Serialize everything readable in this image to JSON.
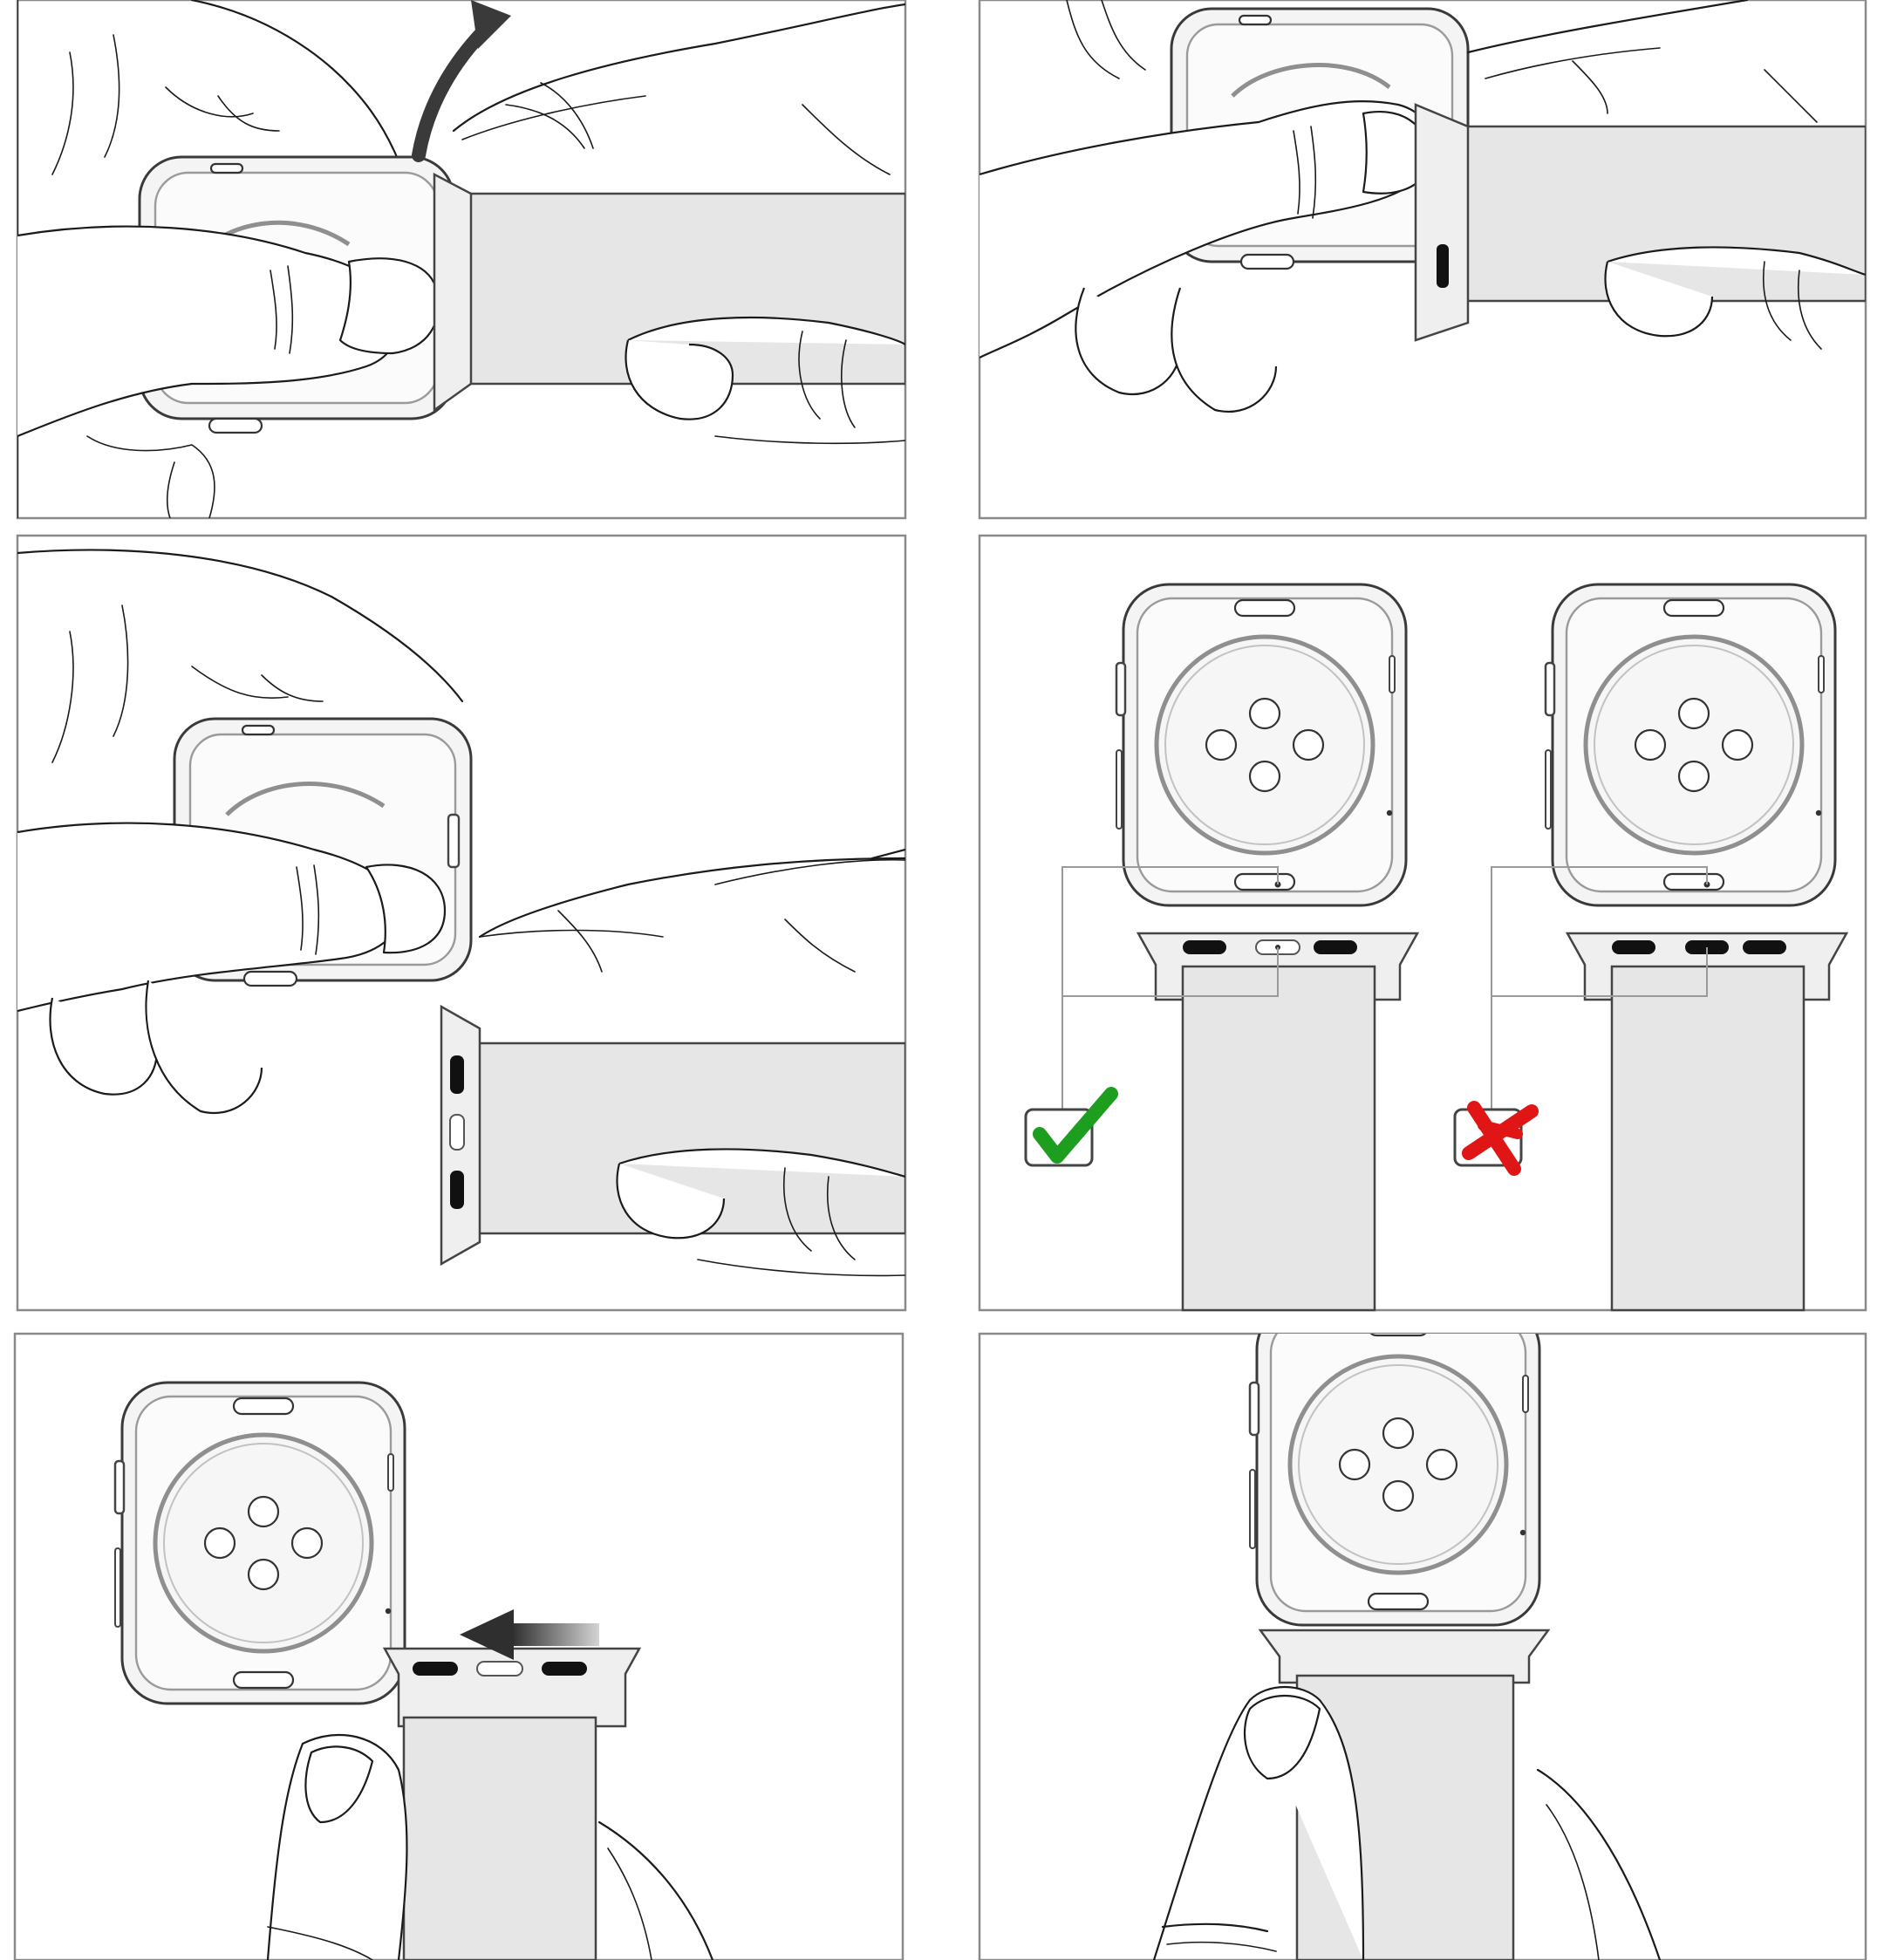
{
  "figure": {
    "panels": [
      {
        "id": "step-1",
        "scene": "release-button-push-strap-up"
      },
      {
        "id": "step-2",
        "scene": "strap-sliding-out-of-slot"
      },
      {
        "id": "step-3",
        "scene": "strap-removed"
      },
      {
        "id": "step-4",
        "scene": "connector-orientation-check"
      },
      {
        "id": "step-5",
        "scene": "slide-new-strap-in"
      },
      {
        "id": "step-6",
        "scene": "strap-attached"
      }
    ],
    "marks": {
      "correct": {
        "icon": "green-check-icon",
        "color": "#1e9e1e"
      },
      "wrong": {
        "icon": "red-x-icon",
        "color": "#e01515"
      }
    },
    "colors": {
      "band": "#e6e6e6",
      "outline": "#1b1b1b",
      "panel_border": "#8a8a8a",
      "arrow": "#3a3a3a"
    }
  }
}
